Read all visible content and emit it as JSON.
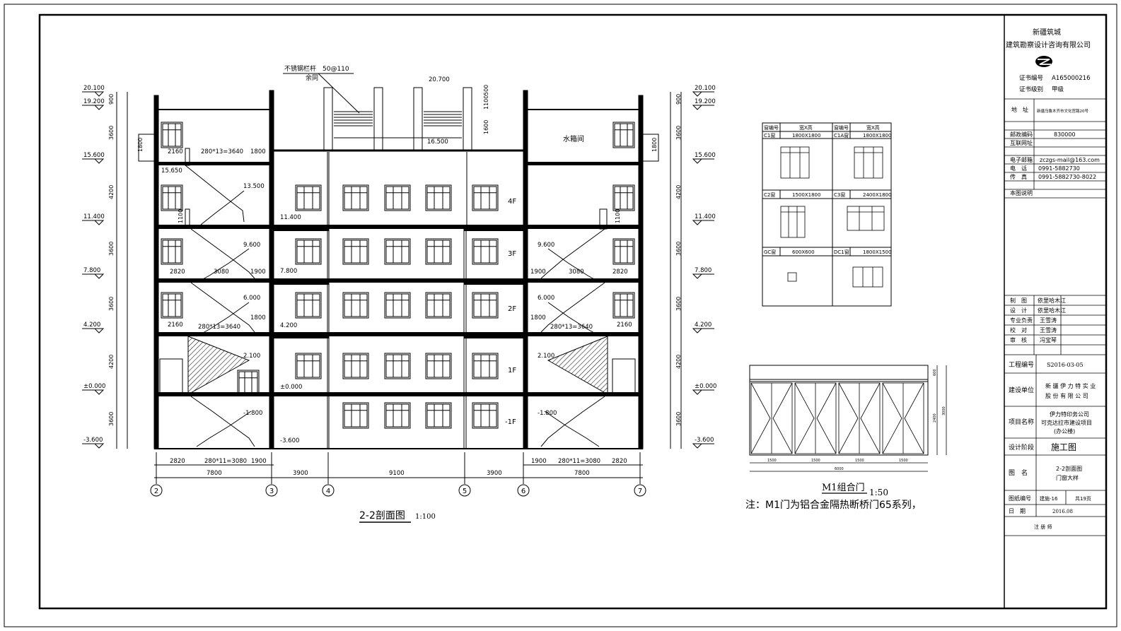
{
  "title_block": {
    "company_line1": "新疆筑城",
    "company_line2": "建筑勘察设计咨询有限公司",
    "cert_no_label": "证书编号",
    "cert_no": "A165000216",
    "cert_grade_label": "证书级别",
    "cert_grade": "甲级",
    "address_label": "地　址",
    "address": "新疆乌鲁木齐市文化宫路20号",
    "postcode_label": "邮政编码",
    "postcode": "830000",
    "website_label": "互联网址",
    "email_label": "电子邮箱",
    "email": "zczgs-mail@163.com",
    "phone_label": "电　话",
    "phone": "0991-5882730",
    "fax_label": "传　真",
    "fax": "0991-5882730-8022",
    "notes_label": "本图说明",
    "drawn_label": "制　图",
    "drawn_by": "依里哈木江",
    "design_label": "设　计",
    "design_by": "依里哈木江",
    "lead_label": "专业负责",
    "lead_by": "王雪涛",
    "check_label": "校　对",
    "check_by": "王雪涛",
    "review_label": "审　核",
    "review_by": "冯宝琴",
    "project_no_label": "工程编号",
    "project_no": "S2016-03-05",
    "client_label": "建设单位",
    "client_line1": "新 疆 伊 力 特 实 业",
    "client_line2": "股 份 有 限 公 司",
    "project_name_label": "项目名称",
    "project_name_line1": "伊力特印务公司",
    "project_name_line2": "可克达拉市建设项目",
    "project_name_line3": "(办公楼)",
    "stage_label": "设计阶段",
    "stage": "施工图",
    "drawing_name_label": "图　名",
    "drawing_name_line1": "2-2剖面图",
    "drawing_name_line2": "门窗大样",
    "drawing_no_label": "图纸编号",
    "drawing_no": "建施-16",
    "total_pages": "共19页",
    "date_label": "日　期",
    "date": "2016.08",
    "registered_label": "注 册 师"
  },
  "section": {
    "title": "2-2剖面图",
    "scale": "1:100",
    "floor_labels": [
      "4F",
      "3F",
      "2F",
      "1F",
      "-1F"
    ],
    "elev_left": [
      "20.100",
      "19.200",
      "15.600",
      "11.400",
      "7.800",
      "4.200",
      "±0.000",
      "-3.600"
    ],
    "elev_right": [
      "20.100",
      "19.200",
      "15.600",
      "11.400",
      "7.800",
      "4.200",
      "±0.000",
      "-3.600"
    ],
    "height_dims": [
      "900",
      "3600",
      "4200",
      "3600",
      "3600",
      "4200",
      "3600"
    ],
    "landing_elevs_left": [
      "15.650",
      "13.500",
      "9.600",
      "6.000",
      "2.100",
      "-1.800"
    ],
    "landing_elevs_right": [
      "9.600",
      "6.000",
      "2.100",
      "-1.800"
    ],
    "center_elevs": [
      "16.500",
      "11.400",
      "7.800",
      "4.200",
      "±0.000",
      "-3.600"
    ],
    "roof_elev": "20.700",
    "railing_note_line1": "不锈钢栏杆　50@110",
    "railing_note_line2": "余同",
    "water_tank_room": "水箱间",
    "stair_dims": [
      "2160",
      "280*13=3640",
      "1800",
      "2820",
      "3080",
      "1900",
      "2160",
      "280*13=3640",
      "1800"
    ],
    "right_stair_dims": [
      "1900",
      "3080",
      "2820",
      "1800",
      "280*13=3640",
      "2160"
    ],
    "parapet_dims": [
      "1100",
      "1600",
      "500"
    ],
    "side_dims": [
      "1800",
      "1100",
      "1100",
      "1800"
    ],
    "bottom_dims_row1": [
      "2820",
      "280*11=3080",
      "1900",
      "1900",
      "280*11=3080",
      "2820"
    ],
    "bottom_dims_row2": [
      "7800",
      "3900",
      "9100",
      "3900",
      "7800"
    ],
    "axes": [
      "2",
      "3",
      "4",
      "5",
      "6",
      "7"
    ]
  },
  "window_table": {
    "header_no": "窗编号",
    "header_size": "宽X高",
    "rows": [
      {
        "left_no": "C1窗",
        "left_size": "1800X1800",
        "right_no": "C1A窗",
        "right_size": "1800X1800"
      },
      {
        "left_no": "C2窗",
        "left_size": "1500X1800",
        "right_no": "C3窗",
        "right_size": "2400X1800"
      },
      {
        "left_no": "GC窗",
        "left_size": "600X600",
        "right_no": "DC1窗",
        "right_size": "1800X1500"
      }
    ]
  },
  "door": {
    "title": "M1组合门",
    "scale": "1:50",
    "note": "注：M1门为铝合金隔热断桥门65系列，",
    "widths": [
      "1500",
      "1500",
      "1500",
      "1500"
    ],
    "total": "6000",
    "heights": [
      "600",
      "2400",
      "3000"
    ]
  },
  "colors": {
    "ink": "#000000",
    "paper": "#ffffff",
    "hatch": "#000000"
  }
}
